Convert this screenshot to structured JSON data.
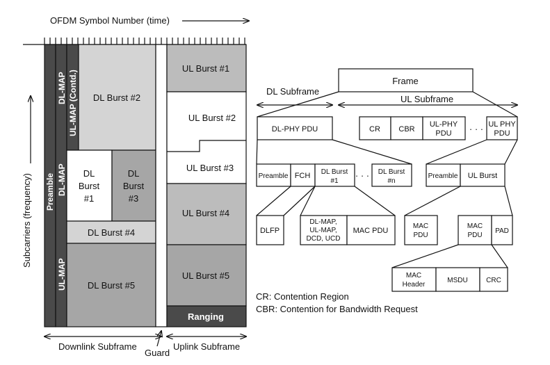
{
  "axes": {
    "time_label": "OFDM Symbol Number (time)",
    "freq_label": "Subcarriers (frequency)"
  },
  "frame_left": {
    "preamble": "Preamble",
    "dl_map": "DL-MAP",
    "ul_map_contd": "UL-MAP (Contd.)",
    "dl_map_2": "DL-MAP",
    "ul_map": "UL-MAP",
    "dl_burst_2": "DL Burst #2",
    "dl_burst_1": [
      "DL",
      "Burst",
      "#1"
    ],
    "dl_burst_3": [
      "DL",
      "Burst",
      "#3"
    ],
    "dl_burst_4": "DL Burst #4",
    "dl_burst_5": "DL Burst #5",
    "ul_burst_1": "UL Burst #1",
    "ul_burst_2": "UL Burst #2",
    "ul_burst_3": "UL Burst #3",
    "ul_burst_4": "UL Burst #4",
    "ul_burst_5": "UL Burst #5",
    "ranging": "Ranging",
    "downlink_subframe": "Downlink Subframe",
    "guard": "Guard",
    "uplink_subframe": "Uplink Subframe"
  },
  "tree": {
    "frame": "Frame",
    "dl_subframe": "DL Subframe",
    "ul_subframe": "UL Subframe",
    "dl_phy_pdu": "DL-PHY PDU",
    "cr": "CR",
    "cbr": "CBR",
    "ul_phy_pdu_1": [
      "UL-PHY",
      "PDU"
    ],
    "ul_phy_pdu_n": [
      "UL PHY",
      "PDU"
    ],
    "dots": "· · ·",
    "preamble": "Preamble",
    "fch": "FCH",
    "dl_burst_1": [
      "DL Burst",
      "#1"
    ],
    "dl_burst_n": [
      "DL Burst",
      "#n"
    ],
    "ul_preamble": "Preamble",
    "ul_burst": "UL Burst",
    "dlfp": "DLFP",
    "dlmap_group": [
      "DL-MAP,",
      "UL-MAP,",
      "DCD, UCD"
    ],
    "mac_pdu": "MAC PDU",
    "mac_pdu_a": [
      "MAC",
      "PDU"
    ],
    "mac_pdu_b": [
      "MAC",
      "PDU"
    ],
    "pad": "PAD",
    "mac_header": [
      "MAC",
      "Header"
    ],
    "msdu": "MSDU",
    "crc": "CRC"
  },
  "legend": {
    "cr_def": "CR: Contention Region",
    "cbr_def": "CBR: Contention for Bandwidth Request"
  }
}
